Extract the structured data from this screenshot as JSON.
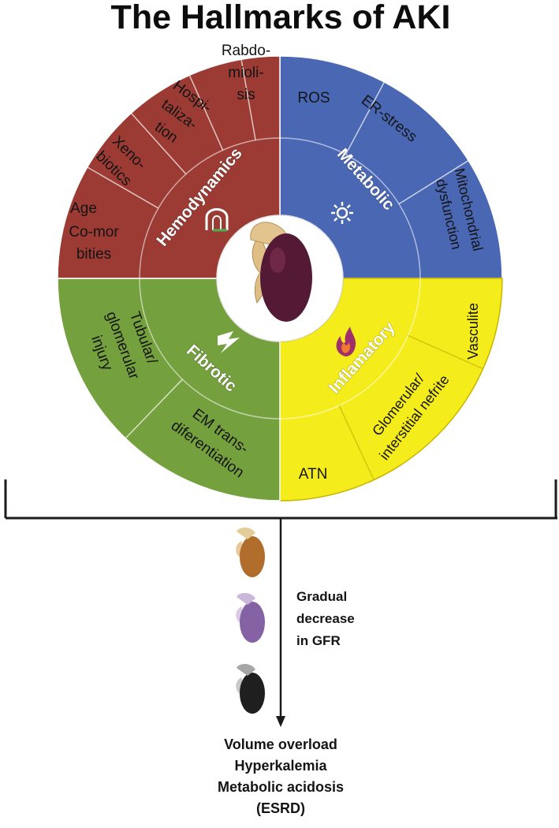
{
  "title": "The Hallmarks of AKI",
  "colors": {
    "hemodynamics": "#9b3b34",
    "metabolic": "#4a67b4",
    "inflammatory": "#f5ec1c",
    "fibrotic": "#75a03e",
    "line": "#1a1a1a"
  },
  "categories": {
    "hemodynamics": "Hemodynamics",
    "metabolic": "Metabolic",
    "inflammatory": "Inflamatory",
    "fibrotic": "Fibrotic"
  },
  "hemodynamics_items": {
    "rhabdomyolysis": [
      "Rabdo-",
      "mioli-",
      "sis"
    ],
    "hospitalization": [
      "Hospi-",
      "taliza-",
      "tion"
    ],
    "xenobiotics": [
      "Xeno-",
      "biotics"
    ],
    "age": [
      "Age"
    ],
    "comorbities": [
      "Co-mor",
      "bities"
    ]
  },
  "metabolic_items": {
    "ros": [
      "ROS"
    ],
    "er_stress": [
      "ER-stress"
    ],
    "mitochondrial": [
      "Mitochondrial",
      "dysfunction"
    ]
  },
  "inflammatory_items": {
    "vasculite": [
      "Vasculite"
    ],
    "glomerular": [
      "Glomerular/",
      "interstitial nefrite"
    ],
    "atn": [
      "ATN"
    ]
  },
  "fibrotic_items": {
    "tubular": [
      "Tubular/",
      "glomerular",
      "injury"
    ],
    "em": [
      "EM trans-",
      "diferentiation"
    ]
  },
  "icons": {
    "hemodynamics": "blood-vessel-icon",
    "metabolic": "sun-icon",
    "inflammatory": "fire-icon",
    "fibrotic": "lightning-icon",
    "center": "kidney-icon"
  },
  "gfr_label": [
    "Gradual",
    "decrease",
    "in GFR"
  ],
  "outcomes": [
    "Volume overload",
    "Hyperkalemia",
    "Metabolic acidosis",
    "(ESRD)"
  ]
}
